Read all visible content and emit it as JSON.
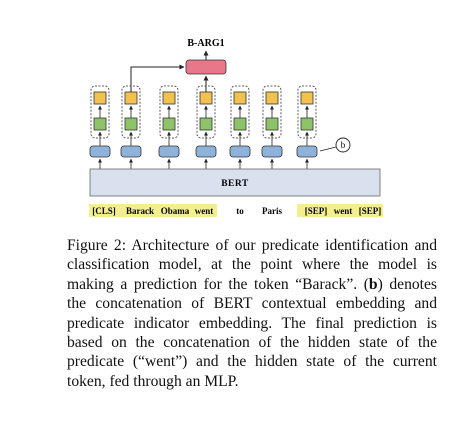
{
  "diagram": {
    "output_label": "B-ARG1",
    "encoder_label": "BERT",
    "indicator_label": "b",
    "tokens": [
      "[CLS]",
      "Barack",
      "Obama",
      "went",
      "to",
      "Paris",
      "[SEP]",
      "went",
      "[SEP]"
    ],
    "highlighted_tokens": [
      0,
      1,
      2,
      3,
      6,
      7,
      8
    ],
    "colors": {
      "output_box": "#e8778a",
      "hidden_top": "#f2c14e",
      "hidden_bottom": "#8fc36a",
      "embedding": "#8fb2db",
      "encoder": "#d9e1ef",
      "token_highlight": "#f3ef8e"
    }
  },
  "caption": {
    "label": "Figure 2:",
    "text_1": "Architecture of our predicate identification and classification model, at the point where the model is making a prediction for the token “Barack”. (",
    "bold_b": "b",
    "text_2": ") de­notes the concatenation of BERT contextual embed­ding and predicate indicator embedding. The final pre­diction is based on the concatenation of the hidden state of the predicate (“went”) and the hidden state of the current token, fed through an MLP."
  }
}
